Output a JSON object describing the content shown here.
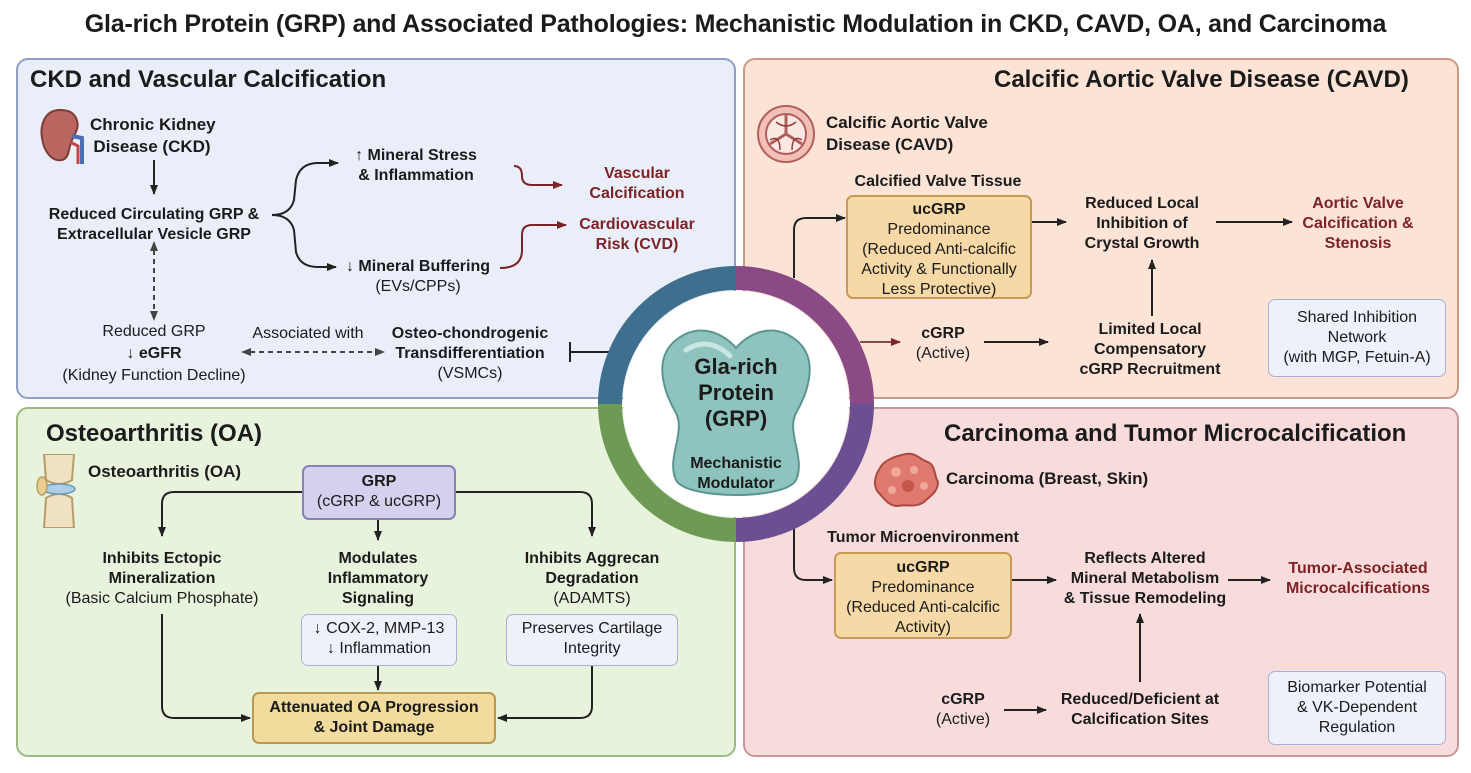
{
  "title": "Gla-rich Protein (GRP) and Associated Pathologies: Mechanistic Modulation in CKD, CAVD, OA, and Carcinoma",
  "center": {
    "name": "Gla-rich Protein (GRP)",
    "name_line1": "Gla-rich",
    "name_line2": "Protein",
    "name_line3": "(GRP)",
    "sub_line1": "Mechanistic",
    "sub_line2": "Modulator"
  },
  "ckd": {
    "title": "CKD and Vascular Calcification",
    "organ_line1": "Chronic Kidney",
    "organ_line2": "Disease (CKD)",
    "reduced_line1": "Reduced Circulating GRP &",
    "reduced_line2": "Extracellular Vesicle GRP",
    "mineral_stress_line1": "↑ Mineral Stress",
    "mineral_stress_line2": "& Inflammation",
    "mineral_buffer_line1": "↓ Mineral Buffering",
    "mineral_buffer_line2": "(EVs/CPPs)",
    "vascular_line1": "Vascular",
    "vascular_line2": "Calcification",
    "cvd_line1": "Cardiovascular",
    "cvd_line2": "Risk (CVD)",
    "egfr_line1": "Reduced GRP",
    "egfr_line2": "↓ eGFR",
    "egfr_line3": "(Kidney Function Decline)",
    "associated": "Associated with",
    "osteo_line1": "Osteo-chondrogenic",
    "osteo_line2": "Transdifferentiation",
    "osteo_line3": "(VSMCs)"
  },
  "cavd": {
    "title": "Calcific Aortic Valve Disease (CAVD)",
    "organ_line1": "Calcific Aortic Valve",
    "organ_line2": "Disease (CAVD)",
    "tissue_label": "Calcified Valve Tissue",
    "ucgrp_head": "ucGRP",
    "ucgrp_line1": "Predominance",
    "ucgrp_line2": "(Reduced Anti-calcific",
    "ucgrp_line3": "Activity & Functionally",
    "ucgrp_line4": "Less Protective)",
    "reduced_line1": "Reduced Local",
    "reduced_line2": "Inhibition of",
    "reduced_line3": "Crystal Growth",
    "outcome_line1": "Aortic Valve",
    "outcome_line2": "Calcification &",
    "outcome_line3": "Stenosis",
    "cgrp_line1": "cGRP",
    "cgrp_line2": "(Active)",
    "limited_line1": "Limited Local",
    "limited_line2": "Compensatory",
    "limited_line3": "cGRP Recruitment",
    "shared_line1": "Shared Inhibition",
    "shared_line2": "Network",
    "shared_line3": "(with MGP, Fetuin-A)"
  },
  "oa": {
    "title": "Osteoarthritis (OA)",
    "organ": "Osteoarthritis (OA)",
    "grp_head": "GRP",
    "grp_sub": "(cGRP & ucGRP)",
    "ectopic_line1": "Inhibits Ectopic",
    "ectopic_line2": "Mineralization",
    "ectopic_line3": "(Basic Calcium Phosphate)",
    "modulates_line1": "Modulates",
    "modulates_line2": "Inflammatory",
    "modulates_line3": "Signaling",
    "aggrecan_line1": "Inhibits Aggrecan",
    "aggrecan_line2": "Degradation",
    "aggrecan_line3": "(ADAMTS)",
    "cox_line1": "↓ COX-2, MMP-13",
    "cox_line2": "↓ Inflammation",
    "cartilage_line1": "Preserves Cartilage",
    "cartilage_line2": "Integrity",
    "outcome_line1": "Attenuated OA Progression",
    "outcome_line2": "& Joint Damage"
  },
  "carcinoma": {
    "title": "Carcinoma and Tumor Microcalcification",
    "organ": "Carcinoma (Breast, Skin)",
    "micro_label": "Tumor Microenvironment",
    "ucgrp_head": "ucGRP",
    "ucgrp_line1": "Predominance",
    "ucgrp_line2": "(Reduced Anti-calcific",
    "ucgrp_line3": "Activity)",
    "reflects_line1": "Reflects Altered",
    "reflects_line2": "Mineral Metabolism",
    "reflects_line3": "& Tissue Remodeling",
    "outcome_line1": "Tumor-Associated",
    "outcome_line2": "Microcalcifications",
    "cgrp_line1": "cGRP",
    "cgrp_line2": "(Active)",
    "deficient_line1": "Reduced/Deficient at",
    "deficient_line2": "Calcification Sites",
    "biomarker_line1": "Biomarker Potential",
    "biomarker_line2": "& VK-Dependent",
    "biomarker_line3": "Regulation"
  },
  "colors": {
    "ckd_panel": "#eaeef9",
    "cavd_panel": "#fbe3d6",
    "oa_panel": "#e8f3dd",
    "carcinoma_panel": "#f8dcdc",
    "outcome_red": "#7b2326",
    "ring_blue": "#3f6f8e",
    "ring_purple": "#8a4a86",
    "ring_green": "#6f9a55",
    "ring_violet": "#6a4f93",
    "protein_teal": "#8fc3bd"
  },
  "icons": [
    "kidney-icon",
    "aortic-valve-icon",
    "knee-joint-icon",
    "tumor-cell-icon",
    "grp-protein-icon"
  ]
}
